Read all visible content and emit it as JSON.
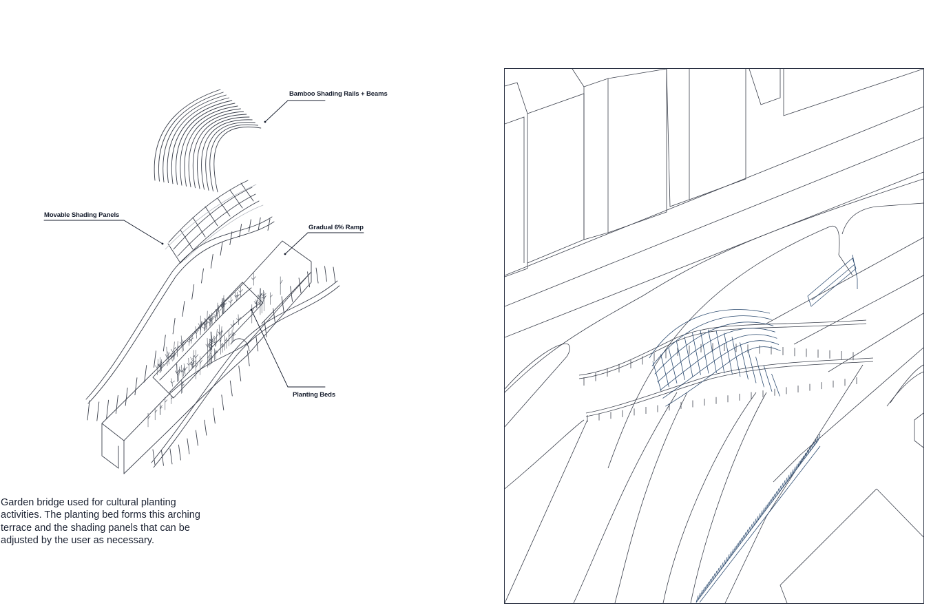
{
  "labels": {
    "bamboo": "Bamboo Shading Rails + Beams",
    "panels": "Movable Shading Panels",
    "ramp": "Gradual 6% Ramp",
    "beds": "Planting Beds"
  },
  "caption": "Garden bridge used for cultural planting activities.  The planting bed forms this arching terrace and the shading panels that can be adjusted by the user as necessary.",
  "colors": {
    "ink": "#1b2232",
    "line": "#3a3f4b",
    "accent": "#2b4a6f"
  }
}
